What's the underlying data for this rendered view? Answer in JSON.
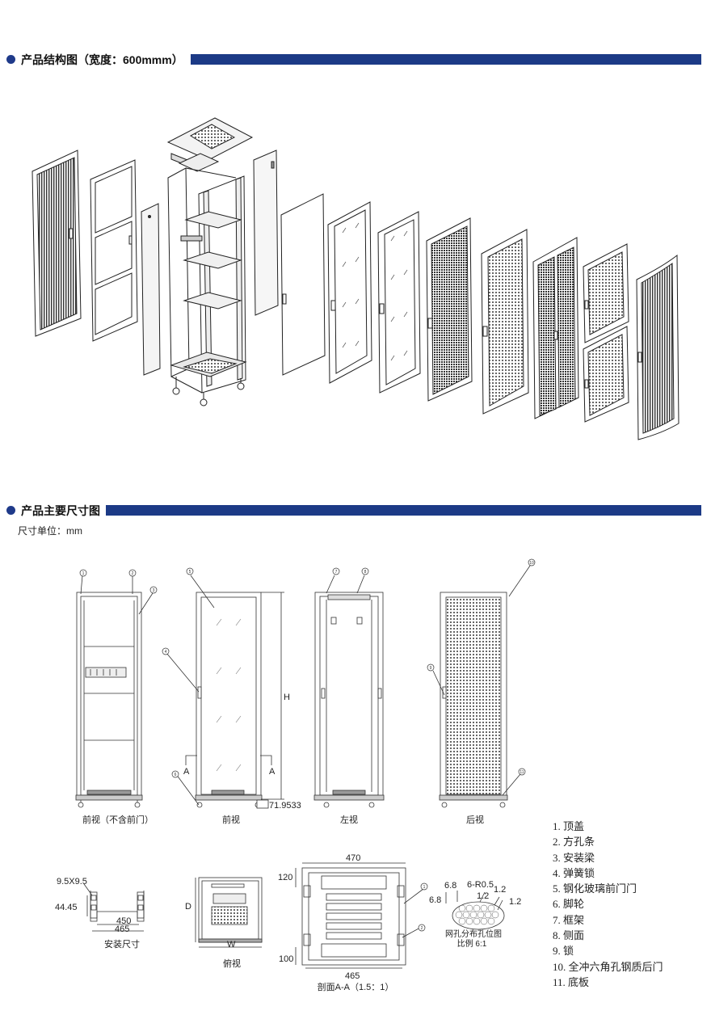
{
  "sections": {
    "structure_title": "产品结构图（宽度：600mmm）",
    "dimension_title": "产品主要尺寸图",
    "unit_label": "尺寸单位：mm"
  },
  "views": {
    "front_no_door": "前视（不含前门）",
    "front": "前视",
    "left": "左视",
    "rear": "后视",
    "mount_size": "安装尺寸",
    "top": "俯视",
    "section": "剖面A-A（1.5：1）",
    "hole_map": "网孔分布孔位图",
    "hole_scale": "比例 6:1"
  },
  "dims": {
    "h": "H",
    "a": "A",
    "d": "D",
    "w": "W",
    "d71": "71.9533",
    "d95": "9.5X9.5",
    "d4445": "44.45",
    "d450": "450",
    "d465": "465",
    "d470": "470",
    "d120": "120",
    "d100": "100",
    "d68": "6.8",
    "r05": "6-R0.5",
    "d12": "1.2"
  },
  "callouts": [
    "1",
    "2",
    "3",
    "4",
    "5",
    "6",
    "7",
    "8",
    "9",
    "10",
    "11"
  ],
  "legend": [
    "1. 顶盖",
    "2. 方孔条",
    "3. 安装梁",
    "4. 弹簧锁",
    "5. 钢化玻璃前门门",
    "6. 脚轮",
    "7. 框架",
    "8. 侧面",
    "9. 锁",
    "10. 全冲六角孔钢质后门",
    "11. 底板"
  ]
}
